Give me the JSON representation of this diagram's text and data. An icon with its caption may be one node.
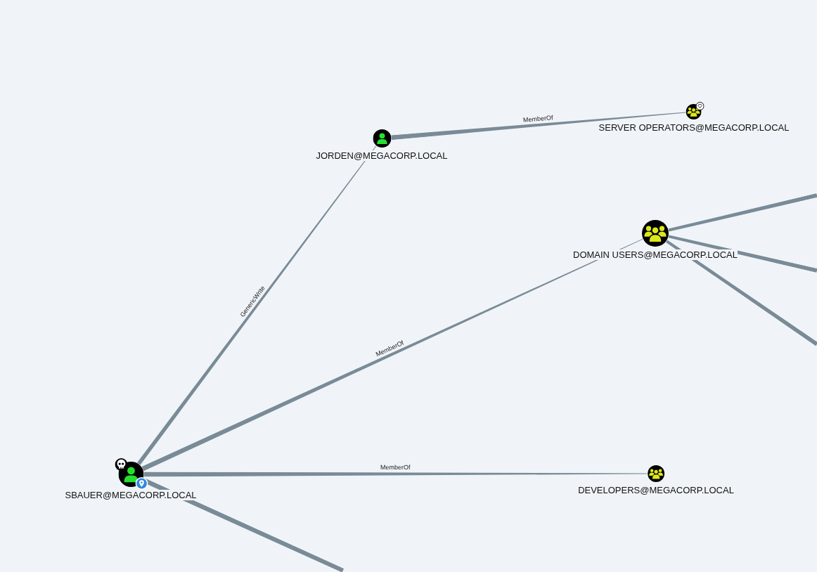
{
  "diagram": {
    "nodes": [
      {
        "text": [
          "SERVER OPERATORS@MEGACORP.LOCAL"
        ]
      },
      {
        "text": [
          "JORDEN@MEGACORP.LOCAL"
        ]
      },
      {
        "text": [
          "DOMAIN USERS@MEGACORP.LOCAL"
        ]
      },
      {
        "text": [
          "SBAUER@MEGACORP.LOCAL"
        ]
      },
      {
        "text": [
          "DEVELOPERS@MEGACORP.LOCAL"
        ]
      }
    ],
    "edges": [
      {
        "from": 1,
        "to": 0,
        "arrow": "none",
        "label": "MemberOf"
      },
      {
        "from": null,
        "to": 2,
        "arrow": "none"
      },
      {
        "from": null,
        "to": 2,
        "arrow": "none"
      },
      {
        "from": null,
        "to": 2,
        "arrow": "none"
      },
      {
        "from": 3,
        "to": 1,
        "arrow": "none",
        "label": "GenericWrite"
      },
      {
        "from": 3,
        "to": 2,
        "arrow": "none",
        "label": "MemberOf"
      },
      {
        "from": 3,
        "to": 4,
        "arrow": "none",
        "label": "MemberOf"
      },
      {
        "from": 3,
        "to": null,
        "arrow": "none"
      }
    ]
  }
}
